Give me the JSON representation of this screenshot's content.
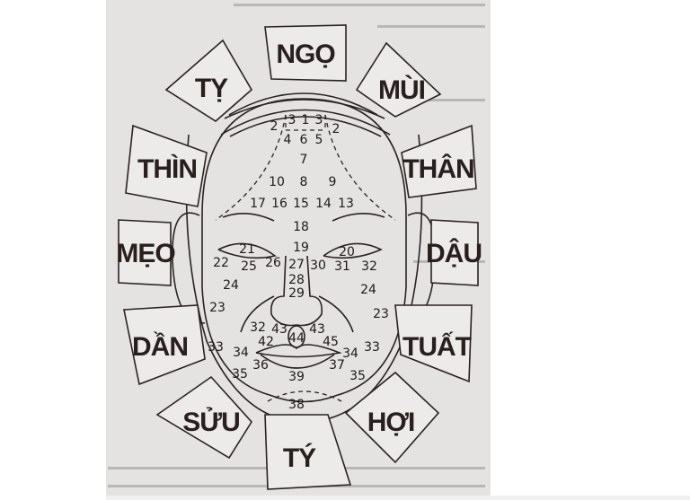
{
  "zodiac_labels": [
    "NGỌ",
    "TỴ",
    "MÙI",
    "THÌN",
    "THÂN",
    "MẸO",
    "DẬU",
    "DẦN",
    "TUẤT",
    "SỬU",
    "TÝ",
    "HỢI"
  ],
  "face_numbers": [
    "3",
    "1",
    "3",
    "2",
    "2",
    "4",
    "6",
    "5",
    "7",
    "10",
    "8",
    "9",
    "17",
    "16",
    "15",
    "14",
    "13",
    "18",
    "19",
    "21",
    "20",
    "22",
    "25",
    "26",
    "27",
    "30",
    "31",
    "32",
    "28",
    "29",
    "24",
    "24",
    "23",
    "23",
    "32",
    "43",
    "44",
    "43",
    "42",
    "45",
    "33",
    "34",
    "34",
    "33",
    "36",
    "37",
    "35",
    "39",
    "35",
    "38"
  ],
  "colors": {
    "paper": "#e4e3e1",
    "ink": "#2a1f1f"
  }
}
